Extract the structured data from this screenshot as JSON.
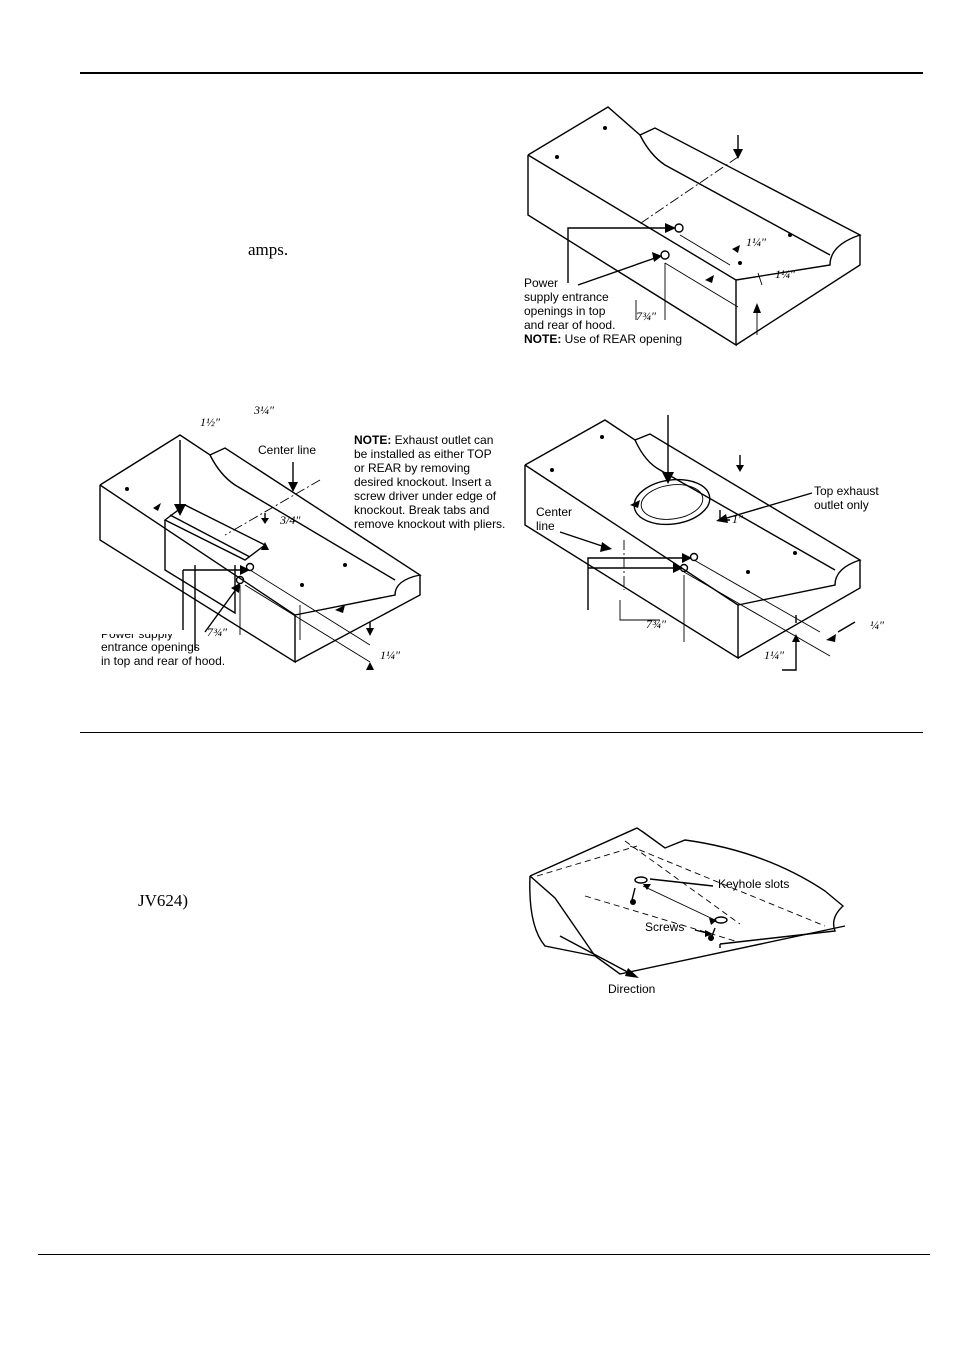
{
  "body_text": {
    "amps": "amps.",
    "model": "JV624)"
  },
  "figure1": {
    "labels": {
      "power_supply": "Power\nsupply entrance\nopenings in top\nand rear of hood.",
      "note_bold": "NOTE:",
      "note_text": " Use of REAR opening",
      "dim_a": "1¼″",
      "dim_b": "1¼″",
      "dim_c": "7¾″"
    }
  },
  "figure2": {
    "labels": {
      "dim_top": "3¼″",
      "dim_left": "1½″",
      "center_line": "Center line",
      "dim_34": "3/4″",
      "power_supply_partial": "Power supply",
      "power_supply_rest": "entrance openings\nin top and rear of hood.",
      "dim_734": "7¾″",
      "dim_114": "1¼″"
    },
    "note_bold": "NOTE:",
    "note_text": " Exhaust outlet can\nbe installed as either TOP\nor REAR by removing\ndesired knockout. Insert a\nscrew driver under edge of\nknockout. Break tabs and\nremove knockout with pliers."
  },
  "figure3": {
    "labels": {
      "top_exhaust": "Top exhaust\noutlet only",
      "center_line": "Center\nline",
      "dim_1": "1″",
      "dim_734": "7¾″",
      "dim_114": "1¼″",
      "dim_14": "¼″"
    }
  },
  "figure4": {
    "labels": {
      "keyhole_slots": "Keyhole slots",
      "screws": "Screws",
      "direction": "Direction"
    }
  }
}
